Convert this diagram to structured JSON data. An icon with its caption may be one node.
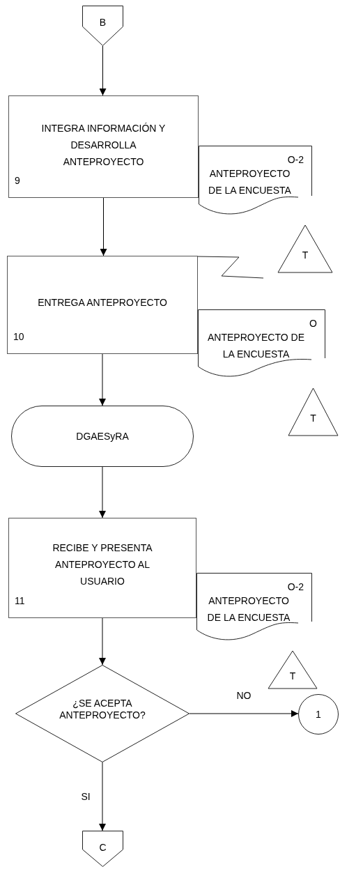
{
  "diagram": {
    "nodes": [
      {
        "text": [
          "B"
        ]
      },
      {
        "text": [
          "INTEGRA INFORMACIÓN Y DESARROLLA ANTEPROYECTO",
          "9"
        ]
      },
      {
        "text": [
          "O-2",
          "ANTEPROYECTO DE LA ENCUESTA"
        ]
      },
      {
        "text": [
          "T"
        ]
      },
      {
        "text": [
          "ENTREGA ANTEPROYECTO",
          "10"
        ]
      },
      {
        "text": [
          "O",
          "ANTEPROYECTO DE LA ENCUESTA"
        ]
      },
      {
        "text": [
          "T"
        ]
      },
      {
        "text": [
          "DGAESyRA"
        ]
      },
      {
        "text": [
          "RECIBE Y PRESENTA ANTEPROYECTO AL USUARIO",
          "11"
        ]
      },
      {
        "text": [
          "O-2",
          "ANTEPROYECTO DE LA ENCUESTA"
        ]
      },
      {
        "text": [
          "T"
        ]
      },
      {
        "text": [
          "¿SE ACEPTA ANTEPROYECTO?"
        ]
      },
      {
        "text": [
          "1"
        ]
      },
      {
        "text": [
          "C"
        ]
      }
    ],
    "edges": [
      {
        "from": 0,
        "to": 1,
        "arrow": "to"
      },
      {
        "from": 1,
        "to": 4,
        "arrow": "to"
      },
      {
        "from": 4,
        "to": 7,
        "arrow": "to"
      },
      {
        "from": 7,
        "to": 8,
        "arrow": "to"
      },
      {
        "from": 8,
        "to": 11,
        "arrow": "to"
      },
      {
        "from": 11,
        "to": 12,
        "arrow": "to",
        "label": "NO"
      },
      {
        "from": 11,
        "to": 13,
        "arrow": "to",
        "label": "SI"
      }
    ]
  }
}
